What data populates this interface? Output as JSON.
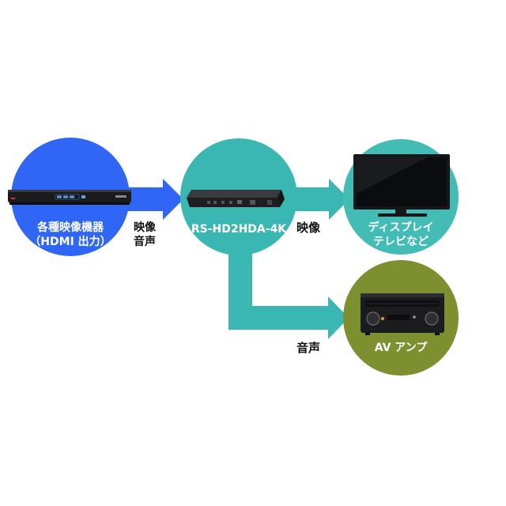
{
  "nodes": {
    "source": {
      "line1": "各種映像機器",
      "line2": "（HDMI 出力）",
      "color": "#2f66f5"
    },
    "splitter": {
      "label": "RS-HD2HDA-4K",
      "color": "#3ab7b2"
    },
    "display": {
      "line1": "ディスプレイ",
      "line2": "テレビなど",
      "color": "#42bcb5"
    },
    "amplifier": {
      "label": "AV アンプ",
      "color": "#7e8f30"
    }
  },
  "edges": {
    "source_to_splitter": {
      "line1": "映像",
      "line2": "音声",
      "color": "#2f66f5"
    },
    "splitter_to_display": {
      "label": "映像",
      "color": "#3ab7b2"
    },
    "splitter_to_amplifier": {
      "label": "音声",
      "color": "#3ab7b2"
    }
  }
}
